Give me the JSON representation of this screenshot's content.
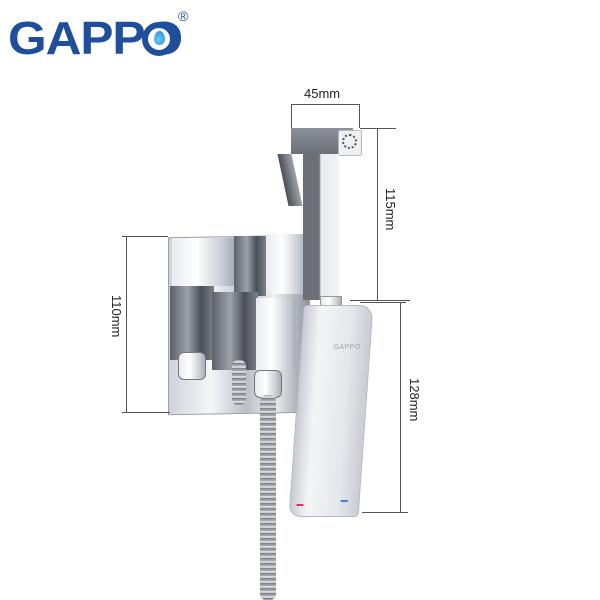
{
  "brand": {
    "name": "GAPPO",
    "registered_mark": "®",
    "color": "#1f4e9a",
    "drop_color": "#1e88d0"
  },
  "product": {
    "type": "concealed bidet faucet with handheld sprayer",
    "body_logo": "GAPPO",
    "indicators": {
      "hot_color": "#d9364a",
      "cold_color": "#3a7fd5"
    }
  },
  "dimensions": {
    "sprayer_width": "45mm",
    "sprayer_height": "115mm",
    "plate_height": "110mm",
    "handle_height": "128mm"
  }
}
